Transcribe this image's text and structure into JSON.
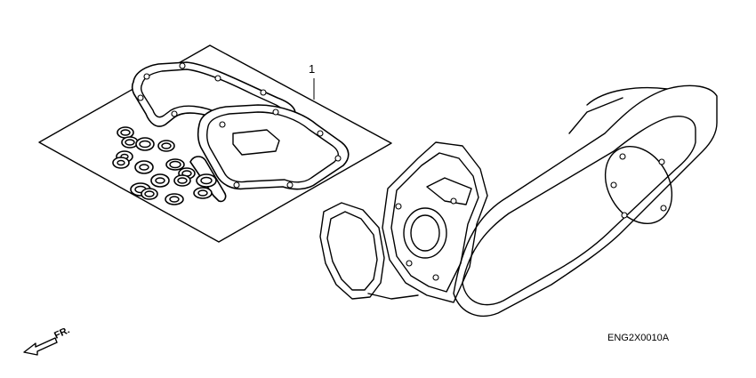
{
  "callout": {
    "part_number": "1"
  },
  "drawing_code": "ENG2X0010A",
  "direction": {
    "label": "FR."
  }
}
